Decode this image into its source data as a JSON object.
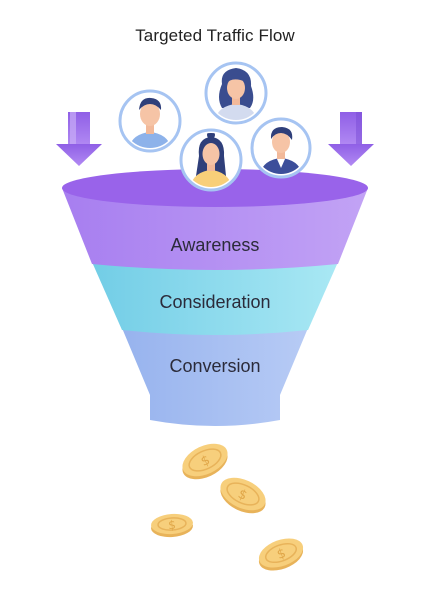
{
  "title": "Targeted Traffic Flow",
  "stages": [
    {
      "label": "Awareness",
      "color": "#b58cf0"
    },
    {
      "label": "Consideration",
      "color": "#8fdff0"
    },
    {
      "label": "Conversion",
      "color": "#a9bff2"
    }
  ],
  "colors": {
    "funnel_top": "#9a66ea",
    "arrow": "#a070ec",
    "coin": "#f7cf7c",
    "coin_edge": "#e8b35a",
    "avatar_ring": "#a6c4f2"
  },
  "icons": [
    "down-arrow-icon",
    "person-icon",
    "coin-icon"
  ]
}
